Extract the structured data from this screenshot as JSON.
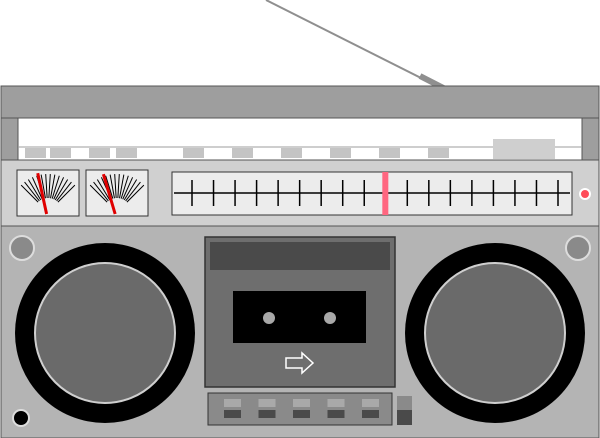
{
  "device": {
    "kind": "boombox",
    "colors": {
      "body": "#b4b4b4",
      "body_light": "#dcdcdc",
      "handle": "#9e9e9e",
      "speaker_ring": "#000000",
      "speaker_cone": "#6a6a6a",
      "cassette_door": "#6e6e6e",
      "tuner_needle": "#ff6680",
      "vu_needle": "#e00000",
      "power_led": "#ff4d5a"
    },
    "top_buttons": {
      "count": 10
    },
    "vu_meters": {
      "count": 2,
      "levels": [
        0.35,
        0.3
      ]
    },
    "tuner": {
      "tick_count": 18,
      "needle_position": 0.52
    },
    "cassette": {
      "arrow_icon": "play-arrow-icon"
    },
    "transport_keys": {
      "count": 5
    }
  }
}
